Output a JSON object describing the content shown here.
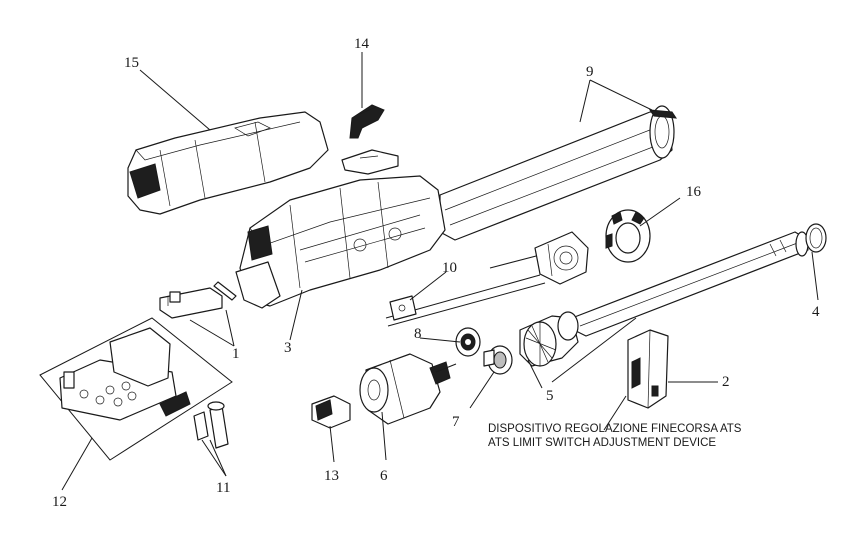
{
  "diagram": {
    "callouts": [
      {
        "id": "1",
        "label": "1"
      },
      {
        "id": "2",
        "label": "2"
      },
      {
        "id": "3",
        "label": "3"
      },
      {
        "id": "4",
        "label": "4"
      },
      {
        "id": "5",
        "label": "5"
      },
      {
        "id": "6",
        "label": "6"
      },
      {
        "id": "7",
        "label": "7"
      },
      {
        "id": "8",
        "label": "8"
      },
      {
        "id": "9",
        "label": "9"
      },
      {
        "id": "10",
        "label": "10"
      },
      {
        "id": "11",
        "label": "11"
      },
      {
        "id": "12",
        "label": "12"
      },
      {
        "id": "13",
        "label": "13"
      },
      {
        "id": "14",
        "label": "14"
      },
      {
        "id": "15",
        "label": "15"
      },
      {
        "id": "16",
        "label": "16"
      }
    ],
    "caption_it": "DISPOSITIVO REGOLAZIONE FINECORSA ATS",
    "caption_en": "ATS LIMIT SWITCH ADJUSTMENT DEVICE"
  }
}
